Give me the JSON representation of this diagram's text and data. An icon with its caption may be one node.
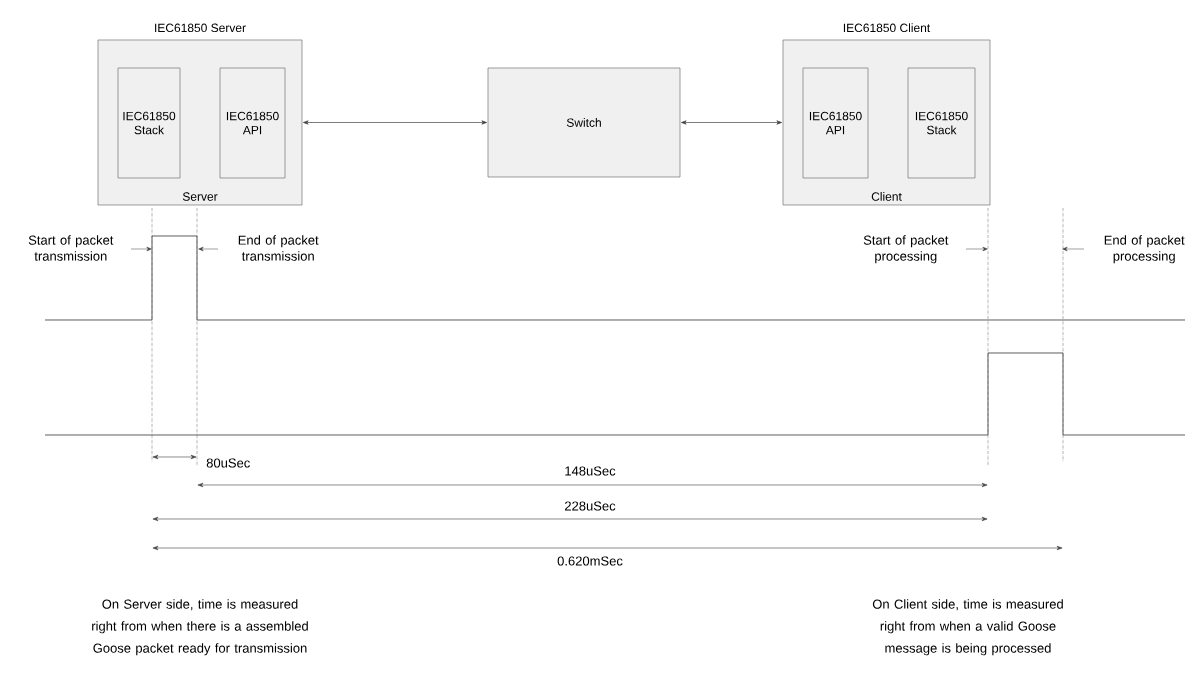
{
  "diagram": {
    "nodes": [
      {
        "text": [
          "IEC61850 Server",
          "Server"
        ]
      },
      {
        "text": [
          "IEC61850 Stack"
        ],
        "in": 0
      },
      {
        "text": [
          "IEC61850 API"
        ],
        "in": 0
      },
      {
        "text": [
          "Switch"
        ]
      },
      {
        "text": [
          "IEC61850 Client",
          "Client"
        ]
      },
      {
        "text": [
          "IEC61850 API"
        ],
        "in": 4
      },
      {
        "text": [
          "IEC61850 Stack"
        ],
        "in": 4
      },
      {
        "text": [
          "Start of packet transmission"
        ]
      },
      {
        "text": [
          "End of packet transmission"
        ]
      },
      {
        "text": [
          "Start of packet processing"
        ]
      },
      {
        "text": [
          "End of packet processing"
        ]
      }
    ],
    "edges": [
      {
        "from": 0,
        "to": 3,
        "arrow": "both"
      },
      {
        "from": 3,
        "to": 4,
        "arrow": "both"
      },
      {
        "from": 7,
        "to": null,
        "arrow": "to"
      },
      {
        "from": 8,
        "to": null,
        "arrow": "to"
      },
      {
        "from": 9,
        "to": null,
        "arrow": "to"
      },
      {
        "from": 10,
        "to": null,
        "arrow": "to"
      }
    ],
    "labels": [
      "80uSec",
      "148uSec",
      "228uSec",
      "0.620mSec",
      "On Server side, time is measured right from when there is a assembled Goose packet ready for transmission",
      "On Client side, time is measured right from when a valid Goose message is being processed"
    ]
  }
}
